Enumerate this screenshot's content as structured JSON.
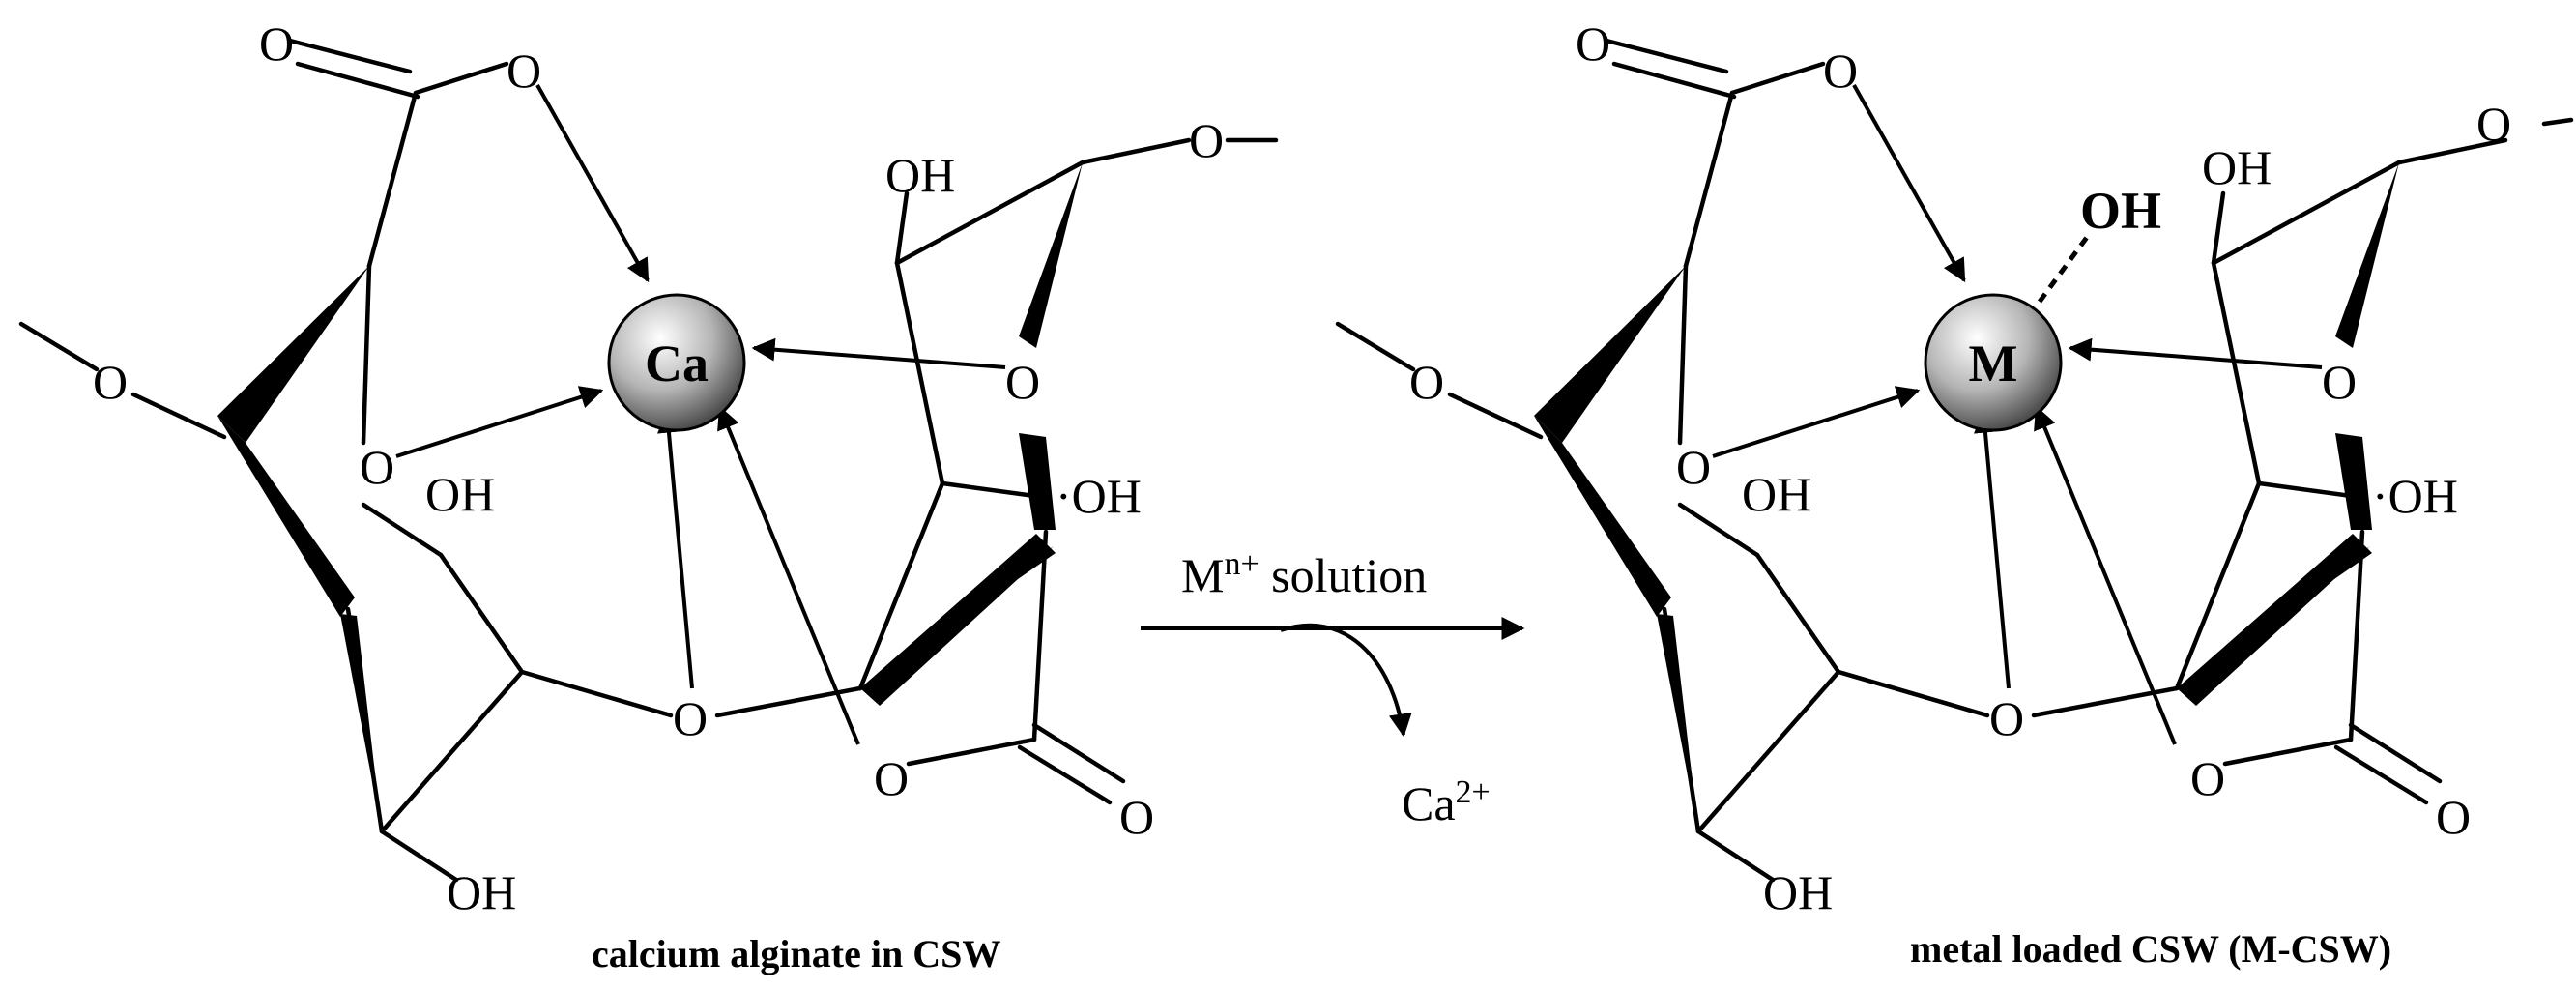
{
  "left_structure": {
    "caption": "calcium alginate in CSW",
    "metal": "Ca",
    "atoms": {
      "o_carbonyl_top": "O",
      "o_ester_top": "O",
      "o_left": "O",
      "o_ring_a": "O",
      "oh_a": "OH",
      "oh_bottom": "OH",
      "o_glyco": "O",
      "oh_top_b": "OH",
      "o_right_top": "O",
      "o_ring_b": "O",
      "oh_b": "·OH",
      "o_ester_bottom": "O",
      "o_carbonyl_bottom": "O"
    }
  },
  "right_structure": {
    "caption": "metal loaded CSW (M-CSW)",
    "metal": "M",
    "metal_hydroxyl": "OH",
    "atoms": {
      "o_carbonyl_top": "O",
      "o_ester_top": "O",
      "o_left": "O",
      "o_ring_a": "O",
      "oh_a": "OH",
      "oh_bottom": "OH",
      "o_glyco": "O",
      "oh_top_b": "OH",
      "o_right_top": "O",
      "o_ring_b": "O",
      "oh_b": "·OH",
      "o_ester_bottom": "O",
      "o_carbonyl_bottom": "O"
    }
  },
  "reaction": {
    "reagent_base": "M",
    "reagent_sup": "n+",
    "reagent_suffix": " solution",
    "byproduct_base": "Ca",
    "byproduct_sup": "2+"
  }
}
